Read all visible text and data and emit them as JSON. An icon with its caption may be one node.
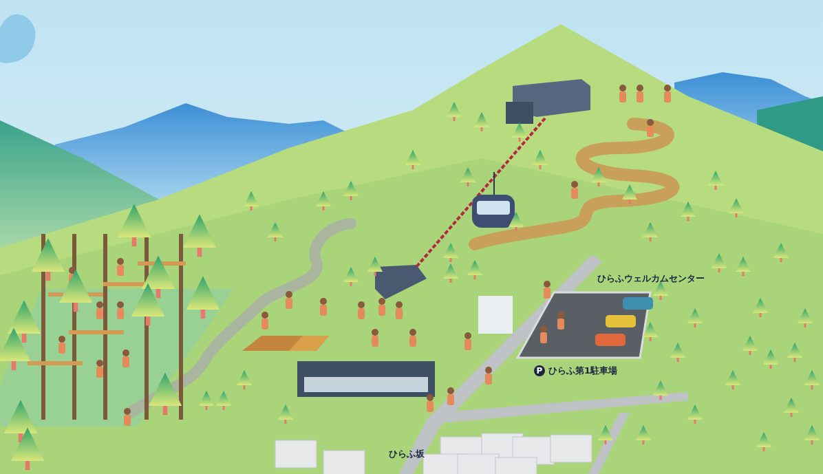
{
  "diagram": {
    "labels": [
      "ひらふウェルカムセンター",
      "P",
      "ひらふ第1駐車場",
      "ひらふ坂"
    ]
  }
}
